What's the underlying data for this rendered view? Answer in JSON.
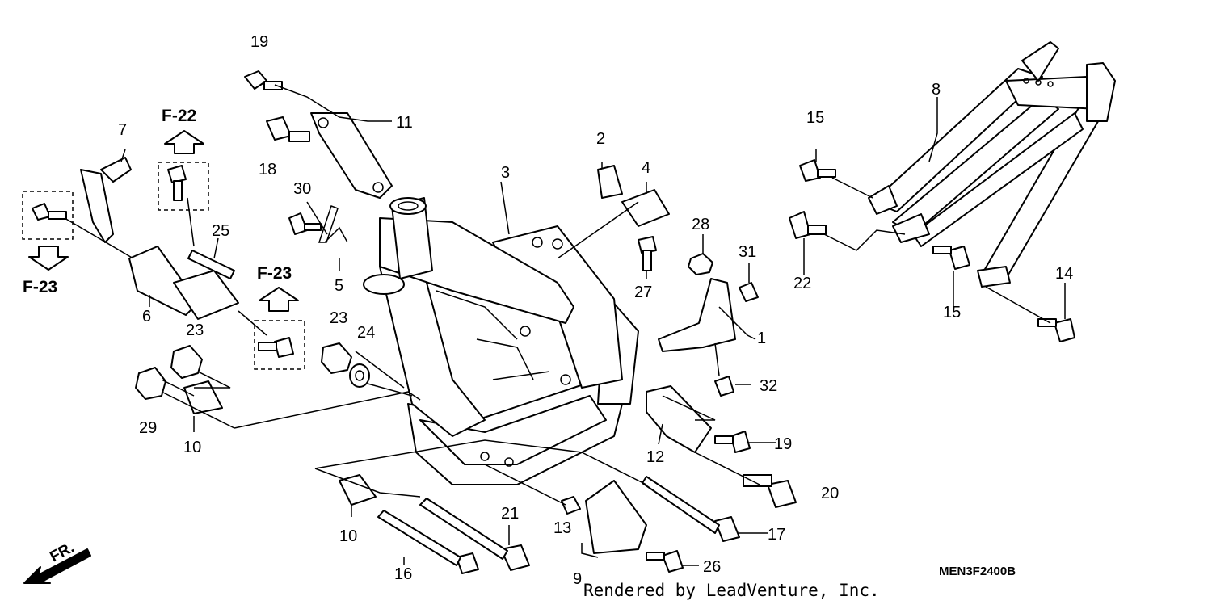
{
  "diagram": {
    "part_labels": [
      "1",
      "2",
      "3",
      "4",
      "5",
      "6",
      "7",
      "8",
      "9",
      "10",
      "10",
      "11",
      "12",
      "13",
      "14",
      "15",
      "15",
      "16",
      "17",
      "18",
      "19",
      "19",
      "20",
      "21",
      "22",
      "23",
      "23",
      "24",
      "25",
      "26",
      "27",
      "28",
      "29",
      "30",
      "31",
      "32"
    ],
    "references": [
      "F-22",
      "F-23",
      "F-23"
    ],
    "direction_label": "FR.",
    "code": "MEN3F2400B",
    "footer": "Rendered by LeadVenture, Inc."
  }
}
